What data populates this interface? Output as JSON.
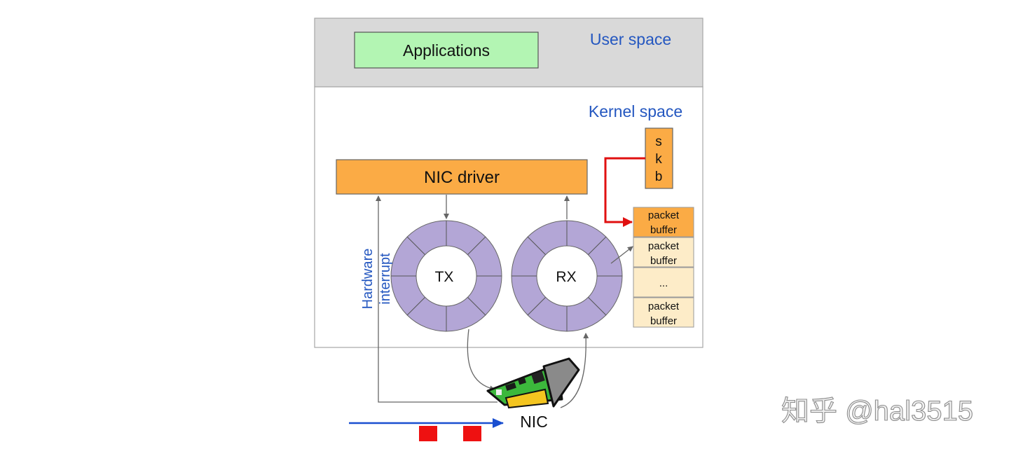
{
  "labels": {
    "applications": "Applications",
    "user_space": "User space",
    "kernel_space": "Kernel space",
    "nic_driver": "NIC driver",
    "skb": [
      "s",
      "k",
      "b"
    ],
    "tx": "TX",
    "rx": "RX",
    "hardware_interrupt": [
      "Hardware",
      "interrupt"
    ],
    "nic": "NIC",
    "watermark": "知乎 @hal3515"
  },
  "packet_buffers": [
    {
      "lines": [
        "packet",
        "buffer"
      ],
      "highlight": true
    },
    {
      "lines": [
        "packet",
        "buffer"
      ],
      "highlight": false
    },
    {
      "lines": [
        "..."
      ],
      "highlight": false
    },
    {
      "lines": [
        "packet",
        "buffer"
      ],
      "highlight": false
    }
  ],
  "colors": {
    "user_space_bg": "#d9d9d9",
    "applications_fill": "#b3f5b3",
    "orange": "#fbab45",
    "light_buffer": "#fdecc8",
    "ring_fill": "#b3a6d6",
    "label_blue": "#2457c0",
    "red_arrow": "#e01010",
    "blue_arrow": "#1a4fd0",
    "packet_red": "#ee1111"
  }
}
